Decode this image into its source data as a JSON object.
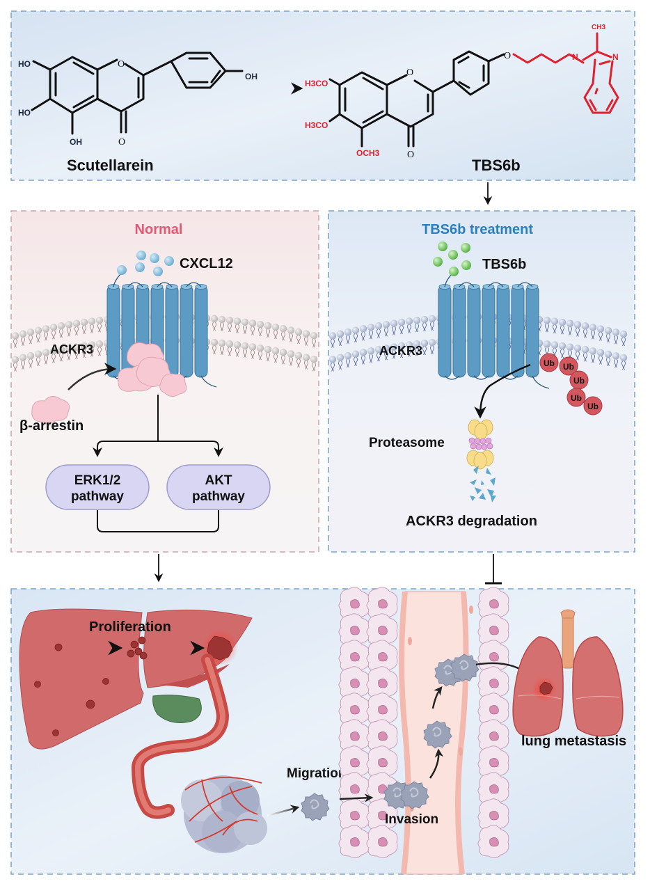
{
  "colors": {
    "normal_accent": "#e05a73",
    "treatment_accent": "#2a7fc0",
    "modification_red": "#e0202e",
    "receptor_blue": "#5b9bc4",
    "ligand_blue": "#8fc3e0",
    "drug_green": "#6cc45a",
    "ubiquitin_red": "#d4575f",
    "pathway_lavender": "#d8d6f2"
  },
  "top_panel": {
    "compound_left": {
      "name": "Scutellarein",
      "substituents": {
        "ho_7": "HO",
        "ho_6": "HO",
        "oh_5": "OH",
        "oh_4p": "OH",
        "ring_o": "O",
        "carbonyl_o": "O"
      }
    },
    "compound_right": {
      "name": "TBS6b",
      "substituents": {
        "meo_7": "H3CO",
        "meo_6": "H3CO",
        "meo_5": "OCH3",
        "ring_o": "O",
        "carbonyl_o": "O",
        "ether_o": "O",
        "n1": "N",
        "n3": "N",
        "methyl": "CH3"
      }
    }
  },
  "normal_panel": {
    "title": "Normal",
    "ligand_label": "CXCL12",
    "receptor_label": "ACKR3",
    "adaptor_label": "β-arrestin",
    "pathways": [
      {
        "line1": "ERK1/2",
        "line2": "pathway"
      },
      {
        "line1": "AKT",
        "line2": "pathway"
      }
    ]
  },
  "treatment_panel": {
    "title": "TBS6b treatment",
    "ligand_label": "TBS6b",
    "receptor_label": "ACKR3",
    "ubiquitin_labels": [
      "Ub",
      "Ub",
      "Ub",
      "Ub",
      "Ub"
    ],
    "proteasome_label": "Proteasome",
    "outcome_label": "ACKR3 degradation"
  },
  "bottom_panel": {
    "proliferation_label": "Proliferation",
    "migration_label": "Migration",
    "invasion_label": "Invasion",
    "metastasis_label": "lung metastasis"
  }
}
